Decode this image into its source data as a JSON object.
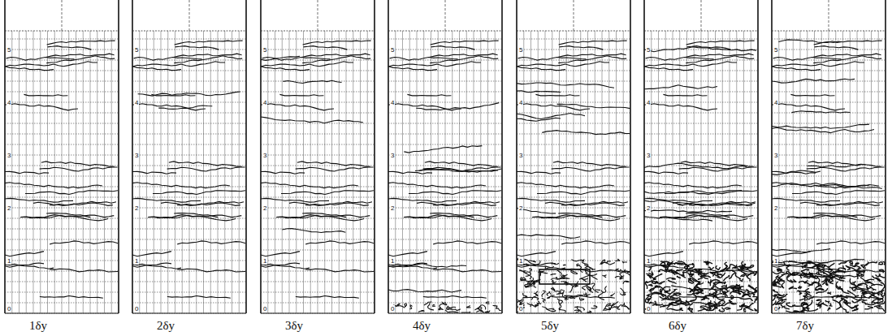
{
  "diagram": {
    "labels": [
      "5",
      "4",
      "3",
      "2",
      "1",
      "0",
      "1δy",
      "5",
      "4",
      "3",
      "2",
      "1",
      "0",
      "2δy",
      "5",
      "4",
      "3",
      "2",
      "1",
      "0",
      "3δy",
      "5",
      "4",
      "3",
      "2",
      "1",
      "0",
      "4δy",
      "5",
      "4",
      "3",
      "2",
      "1",
      "0",
      "5δy",
      "5",
      "4",
      "3",
      "2",
      "1",
      "0",
      "6δy",
      "5",
      "4",
      "3",
      "2",
      "1",
      "0",
      "7δy"
    ]
  }
}
